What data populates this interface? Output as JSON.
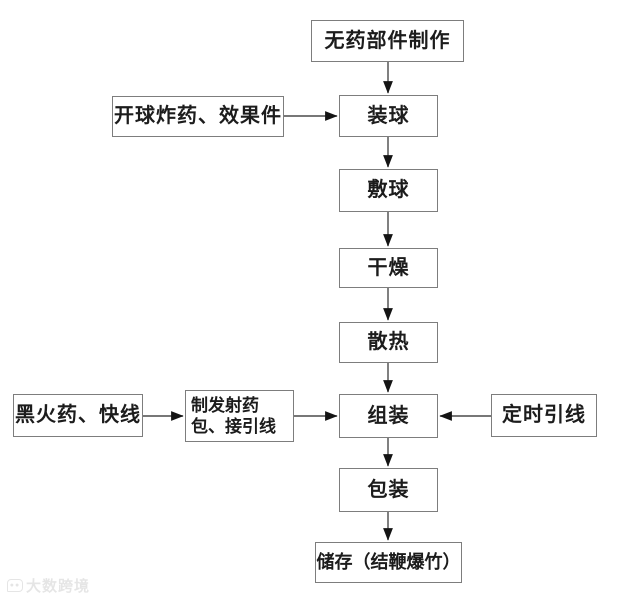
{
  "diagram": {
    "title_hint": "firecracker-production-flowchart",
    "colors": {
      "background": "#ffffff",
      "node_border": "#7d7d7d",
      "node_fill": "#ffffff",
      "text": "#1c1c1c",
      "arrow_line": "#4a4a4a",
      "arrow_head": "#141414"
    },
    "nodes": {
      "no_drug_parts": {
        "label": "无药部件制作"
      },
      "opening_charge": {
        "label": "开球炸药、效果件"
      },
      "load_ball": {
        "label": "装球"
      },
      "cover_ball": {
        "label": "敷球"
      },
      "drying": {
        "label": "干燥"
      },
      "cooling": {
        "label": "散热"
      },
      "black_powder": {
        "label": "黑火药、快线"
      },
      "propellant_pack": {
        "label": "制发射药包、接引线"
      },
      "assembly": {
        "label": "组装"
      },
      "timed_fuse": {
        "label": "定时引线"
      },
      "packing": {
        "label": "包装"
      },
      "storage": {
        "label": "储存（结鞭爆竹）"
      }
    },
    "edges": [
      {
        "from": "no_drug_parts",
        "to": "load_ball"
      },
      {
        "from": "opening_charge",
        "to": "load_ball"
      },
      {
        "from": "load_ball",
        "to": "cover_ball"
      },
      {
        "from": "cover_ball",
        "to": "drying"
      },
      {
        "from": "drying",
        "to": "cooling"
      },
      {
        "from": "cooling",
        "to": "assembly"
      },
      {
        "from": "black_powder",
        "to": "propellant_pack"
      },
      {
        "from": "propellant_pack",
        "to": "assembly"
      },
      {
        "from": "timed_fuse",
        "to": "assembly"
      },
      {
        "from": "assembly",
        "to": "packing"
      },
      {
        "from": "packing",
        "to": "storage"
      }
    ]
  },
  "watermark": {
    "text": "大数跨境"
  }
}
